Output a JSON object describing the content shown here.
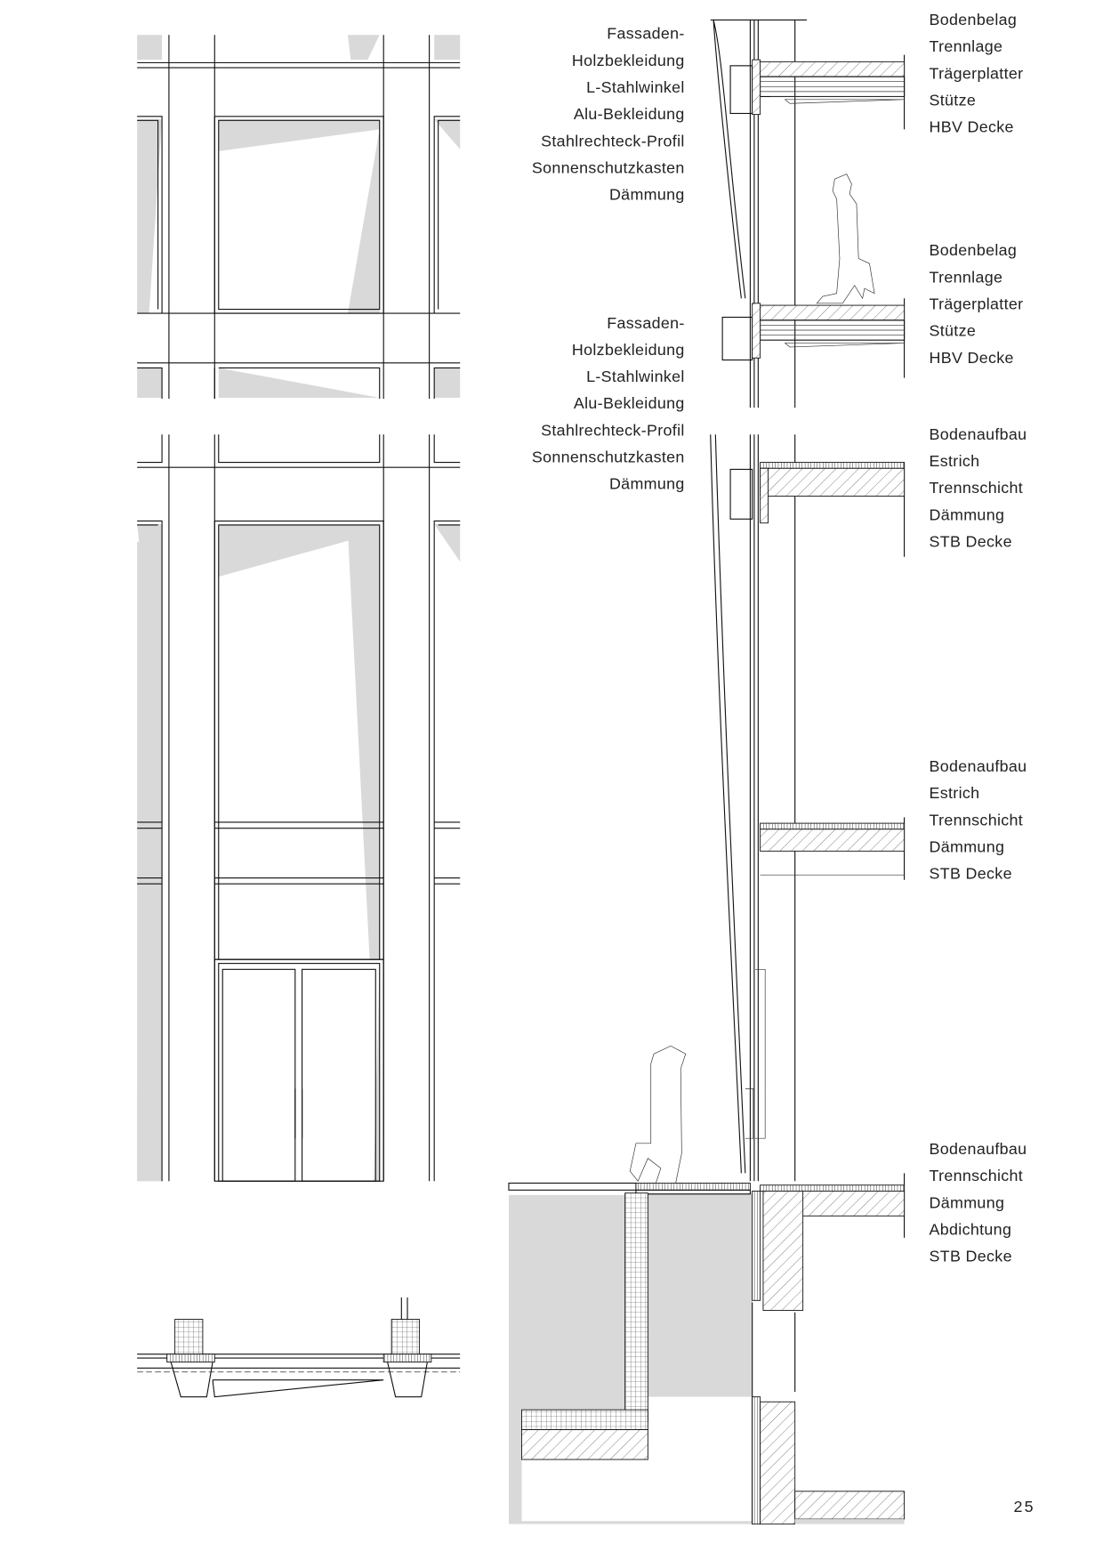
{
  "facade_labels": [
    {
      "lines": [
        "Fassaden-",
        "Holzbekleidung",
        "L-Stahlwinkel",
        "Alu-Bekleidung",
        "Stahlrechteck-Profil",
        "Sonnenschutzkasten",
        "Dämmung"
      ]
    },
    {
      "lines": [
        "Fassaden-",
        "Holzbekleidung",
        "L-Stahlwinkel",
        "Alu-Bekleidung",
        "Stahlrechteck-Profil",
        "Sonnenschutzkasten",
        "Dämmung"
      ]
    }
  ],
  "floor_labels": [
    {
      "lines": [
        "Bodenbelag",
        "Trennlage",
        "Trägerplatter",
        "Stütze",
        "HBV  Decke"
      ]
    },
    {
      "lines": [
        "Bodenbelag",
        "Trennlage",
        "Trägerplatter",
        "Stütze",
        "HBV  Decke"
      ]
    },
    {
      "lines": [
        "Bodenaufbau",
        "Estrich",
        "Trennschicht",
        "Dämmung",
        "STB  Decke"
      ]
    },
    {
      "lines": [
        "Bodenaufbau",
        "Estrich",
        "Trennschicht",
        "Dämmung",
        "STB  Decke"
      ]
    },
    {
      "lines": [
        "Bodenaufbau",
        "Trennschicht",
        "Dämmung",
        "Abdichtung",
        "STB  Decke"
      ]
    }
  ],
  "page_number": "25"
}
